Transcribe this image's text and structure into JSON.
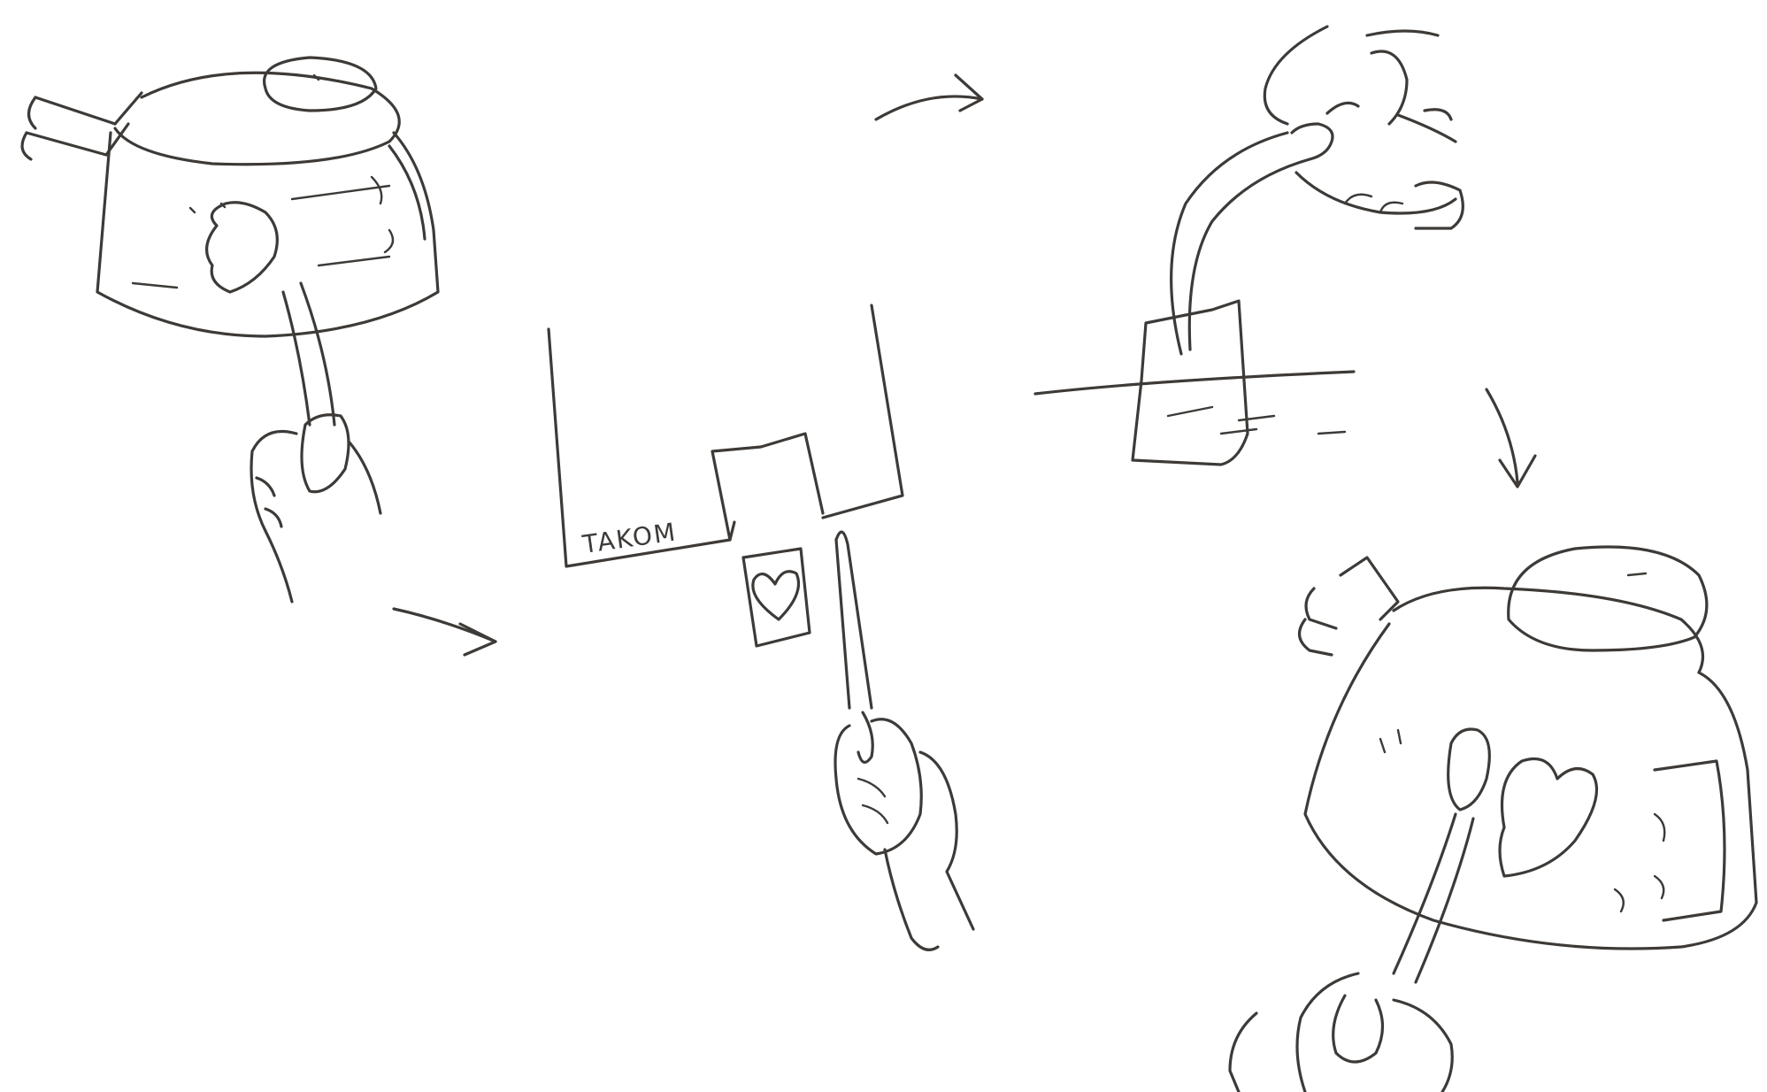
{
  "box": {
    "label": "TAKOM"
  },
  "colors": {
    "ink": "#3d3a37",
    "background": "#ffffff"
  },
  "icons": [
    "tank-turret-sketch",
    "wet-cotton-swab",
    "hand-holding-swab",
    "decal-box",
    "heart-decal",
    "scissors-icon",
    "tweezers-icon",
    "water-dish",
    "decal-applied-turret",
    "step-arrow"
  ]
}
